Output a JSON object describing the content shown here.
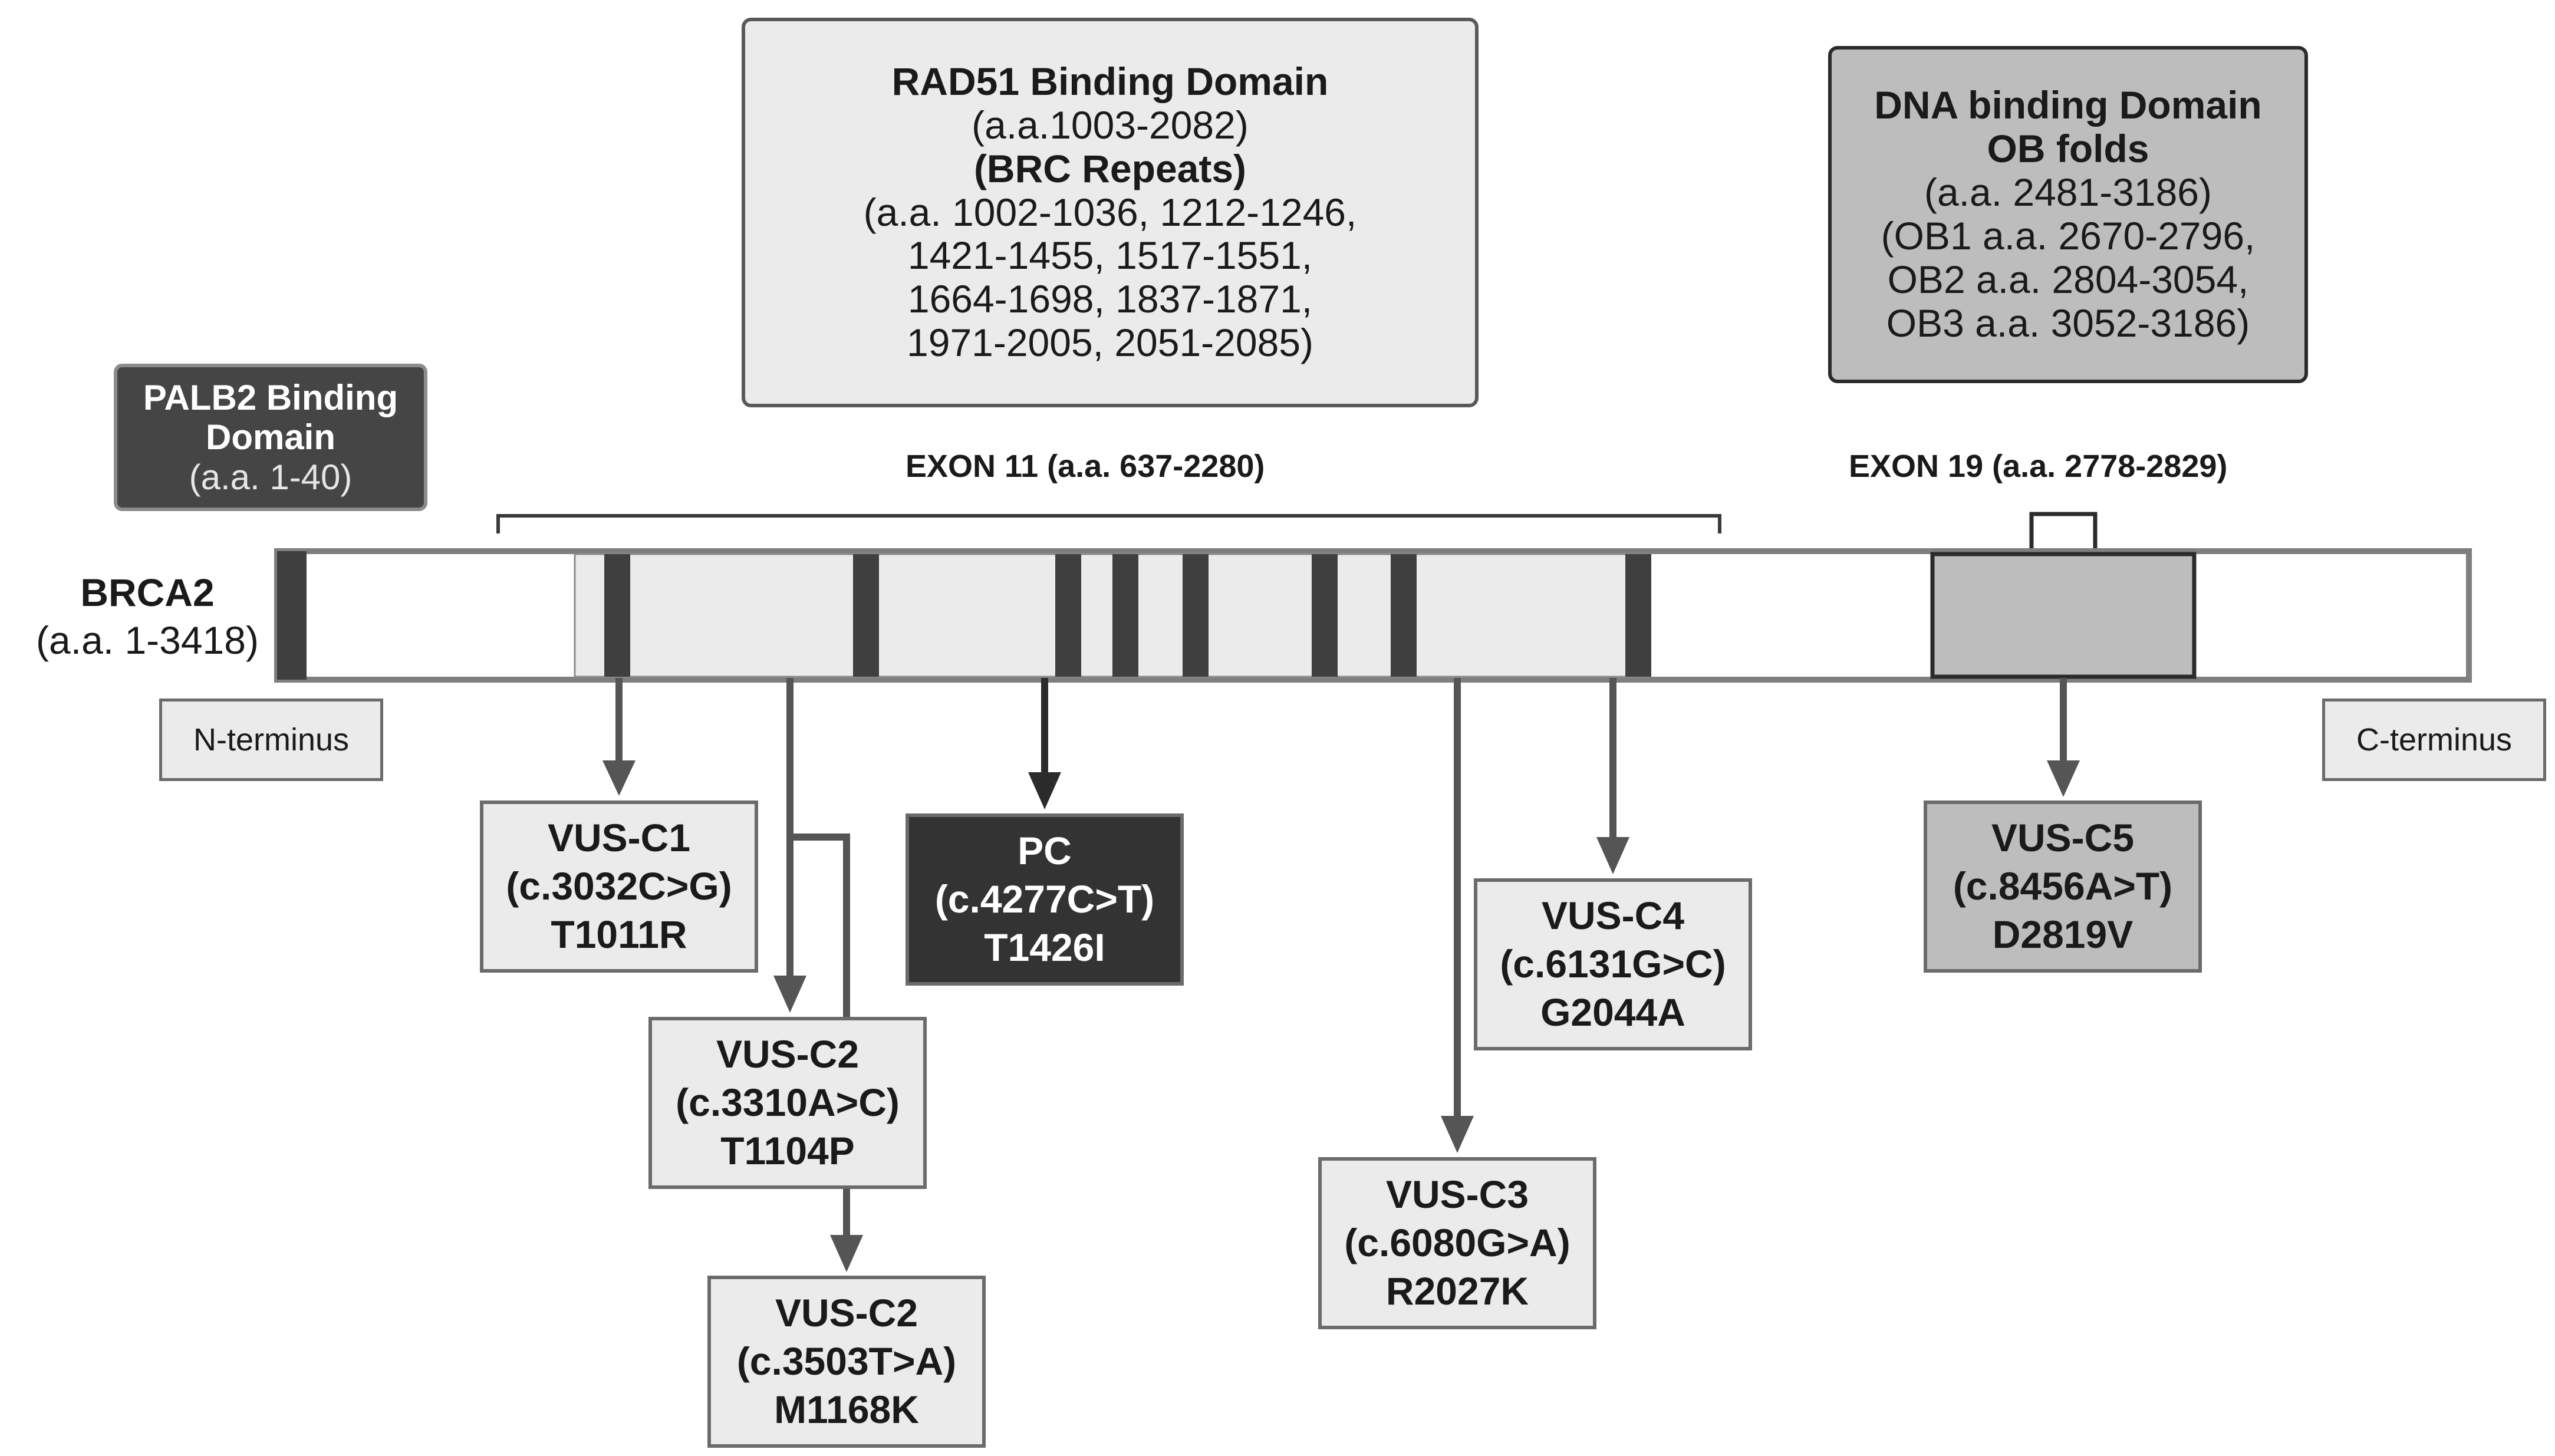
{
  "protein": {
    "name": "BRCA2",
    "range": "(a.a. 1-3418)",
    "n_terminus": "N-terminus",
    "c_terminus": "C-terminus"
  },
  "domains": {
    "rad51": {
      "title": "RAD51 Binding Domain",
      "range": "(a.a.1003-2082)",
      "subtitle": "(BRC Repeats)",
      "repeats_lines": [
        "(a.a. 1002-1036, 1212-1246,",
        "1421-1455, 1517-1551,",
        "1664-1698, 1837-1871,",
        "1971-2005, 2051-2085)"
      ]
    },
    "dna": {
      "title_line1": "DNA binding Domain",
      "title_line2": "OB folds",
      "range": "(a.a. 2481-3186)",
      "ob_lines": [
        "(OB1 a.a. 2670-2796,",
        "OB2 a.a. 2804-3054,",
        "OB3 a.a. 3052-3186)"
      ]
    },
    "palb2": {
      "title_line1": "PALB2 Binding",
      "title_line2": "Domain",
      "range": "(a.a. 1-40)"
    }
  },
  "exons": {
    "exon11": "EXON 11 (a.a. 637-2280)",
    "exon19": "EXON 19 (a.a. 2778-2829)"
  },
  "variants": {
    "vus_c1": {
      "name": "VUS-C1",
      "cdna": "(c.3032C>G)",
      "protein": "T1011R"
    },
    "vus_c2a": {
      "name": "VUS-C2",
      "cdna": "(c.3310A>C)",
      "protein": "T1104P"
    },
    "vus_c2b": {
      "name": "VUS-C2",
      "cdna": "(c.3503T>A)",
      "protein": "M1168K"
    },
    "pc": {
      "name": "PC",
      "cdna": "(c.4277C>T)",
      "protein": "T1426I"
    },
    "vus_c3": {
      "name": "VUS-C3",
      "cdna": "(c.6080G>A)",
      "protein": "R2027K"
    },
    "vus_c4": {
      "name": "VUS-C4",
      "cdna": "(c.6131G>C)",
      "protein": "G2044A"
    },
    "vus_c5": {
      "name": "VUS-C5",
      "cdna": "(c.8456A>T)",
      "protein": "D2819V"
    }
  },
  "colors": {
    "bar_fill": "#ffffff",
    "bar_border": "#7f7f7f",
    "exon11_fill": "#ebebeb",
    "brc_repeat": "#3f3f3f",
    "dna_domain_fill": "#bdbdbd",
    "arrow": "#555555",
    "pc_arrow": "#2b2b2b"
  }
}
